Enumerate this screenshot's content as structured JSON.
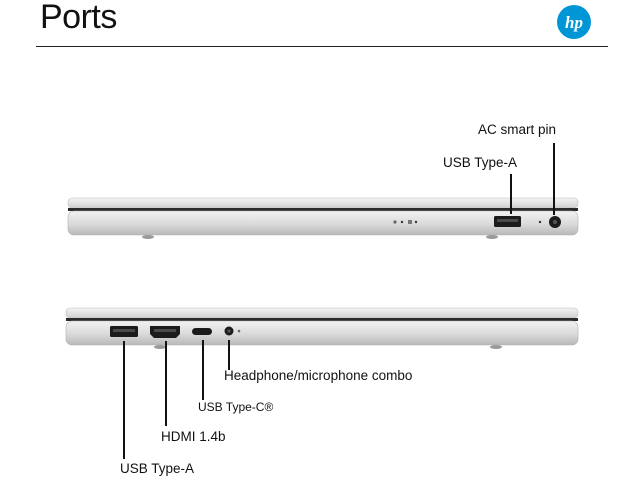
{
  "page": {
    "title": "Ports"
  },
  "brand": {
    "logo_text": "hp",
    "color": "#0096D6"
  },
  "right_side": {
    "labels": {
      "ac_pin": "AC smart pin",
      "usb_a": "USB Type-A"
    }
  },
  "left_side": {
    "labels": {
      "headphone": "Headphone/microphone combo",
      "usb_c": "USB Type-C®",
      "hdmi": "HDMI 1.4b",
      "usb_a": "USB Type-A"
    }
  }
}
